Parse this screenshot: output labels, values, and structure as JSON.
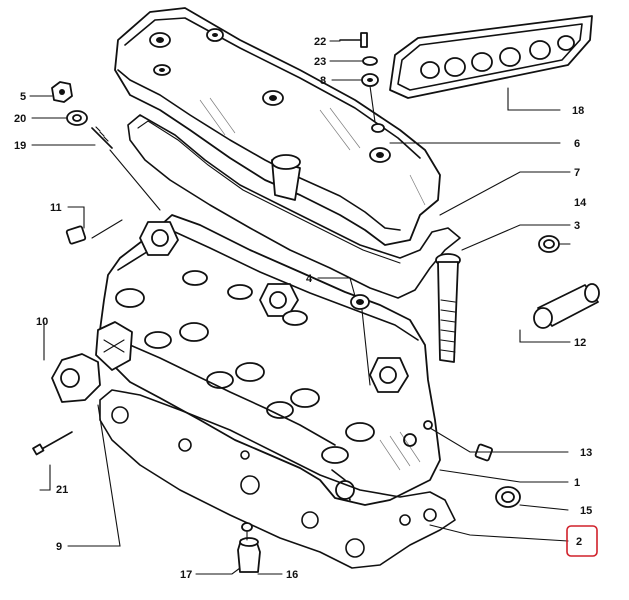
{
  "callouts": {
    "c1": "1",
    "c2": "2",
    "c3": "3",
    "c5": "5",
    "c6": "6",
    "c7": "7",
    "c8": "8",
    "c9": "9",
    "c10": "10",
    "c11": "11",
    "c12": "12",
    "c13": "13",
    "c14": "14",
    "c15": "15",
    "c16": "16",
    "c17": "17",
    "c18": "18",
    "c19": "19",
    "c20": "20",
    "c21": "21",
    "c22": "22",
    "c23": "23",
    "c4": "4"
  },
  "highlight": {
    "target": "2",
    "color": "#d0202a"
  }
}
